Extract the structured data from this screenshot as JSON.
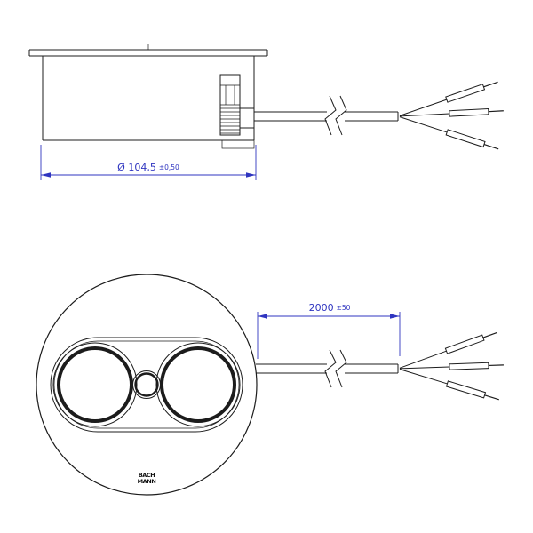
{
  "drawing": {
    "top_view": {
      "dimension": {
        "value": "Ø 104,5",
        "tolerance": "±0,50"
      }
    },
    "bottom_view": {
      "dimension": {
        "value": "2000",
        "tolerance": "±50"
      },
      "logo": {
        "line1": "BACH",
        "line2": "MANN"
      }
    },
    "colors": {
      "line": "#1c1c1c",
      "dimension": "#2f35c0"
    }
  }
}
